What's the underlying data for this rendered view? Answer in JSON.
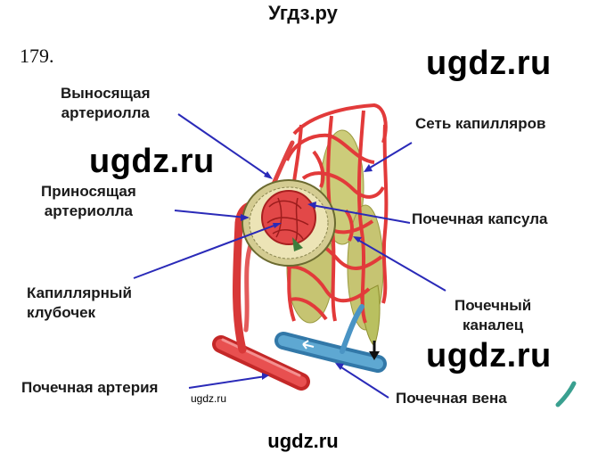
{
  "header": {
    "site_title": "Угдз.ру"
  },
  "task": {
    "number": "179."
  },
  "watermarks": {
    "top_right": "ugdz.ru",
    "mid_left": "ugdz.ru",
    "bottom_right": "ugdz.ru",
    "small": "ugdz.ru",
    "bottom_center": "ugdz.ru"
  },
  "labels": {
    "efferent_arteriole": [
      "Выносящая",
      "артериолла"
    ],
    "afferent_arteriole": [
      "Приносящая",
      "артериолла"
    ],
    "glomerulus": [
      "Капиллярный",
      "клубочек"
    ],
    "renal_artery": "Почечная артерия",
    "capillary_network": "Сеть капилляров",
    "renal_capsule": "Почечная капсула",
    "renal_tubule": [
      "Почечный",
      "каналец"
    ],
    "renal_vein": "Почечная вена"
  },
  "colors": {
    "pointer": "#2a2ab8",
    "vessel": "#e23a3a",
    "vein": "#3f8fbf",
    "tubule": "#c8c870",
    "capsule": "#c8c08a"
  }
}
